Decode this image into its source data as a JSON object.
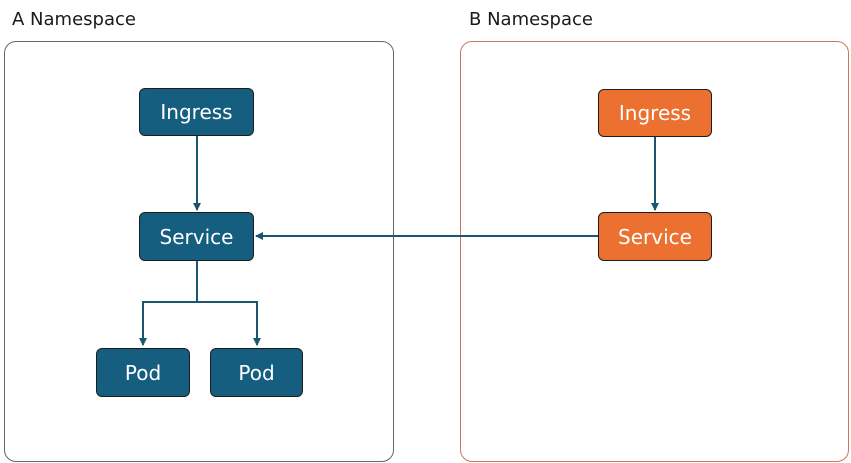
{
  "namespaces": {
    "a": {
      "title": "A Namespace",
      "color": "#5a6a70",
      "ingress": "Ingress",
      "service": "Service",
      "pods": [
        "Pod",
        "Pod"
      ]
    },
    "b": {
      "title": "B Namespace",
      "color": "#c8795a",
      "ingress": "Ingress",
      "service": "Service"
    }
  },
  "colors": {
    "node_blue": "#165e80",
    "node_orange": "#ec7131",
    "edge": "#1c5570"
  }
}
